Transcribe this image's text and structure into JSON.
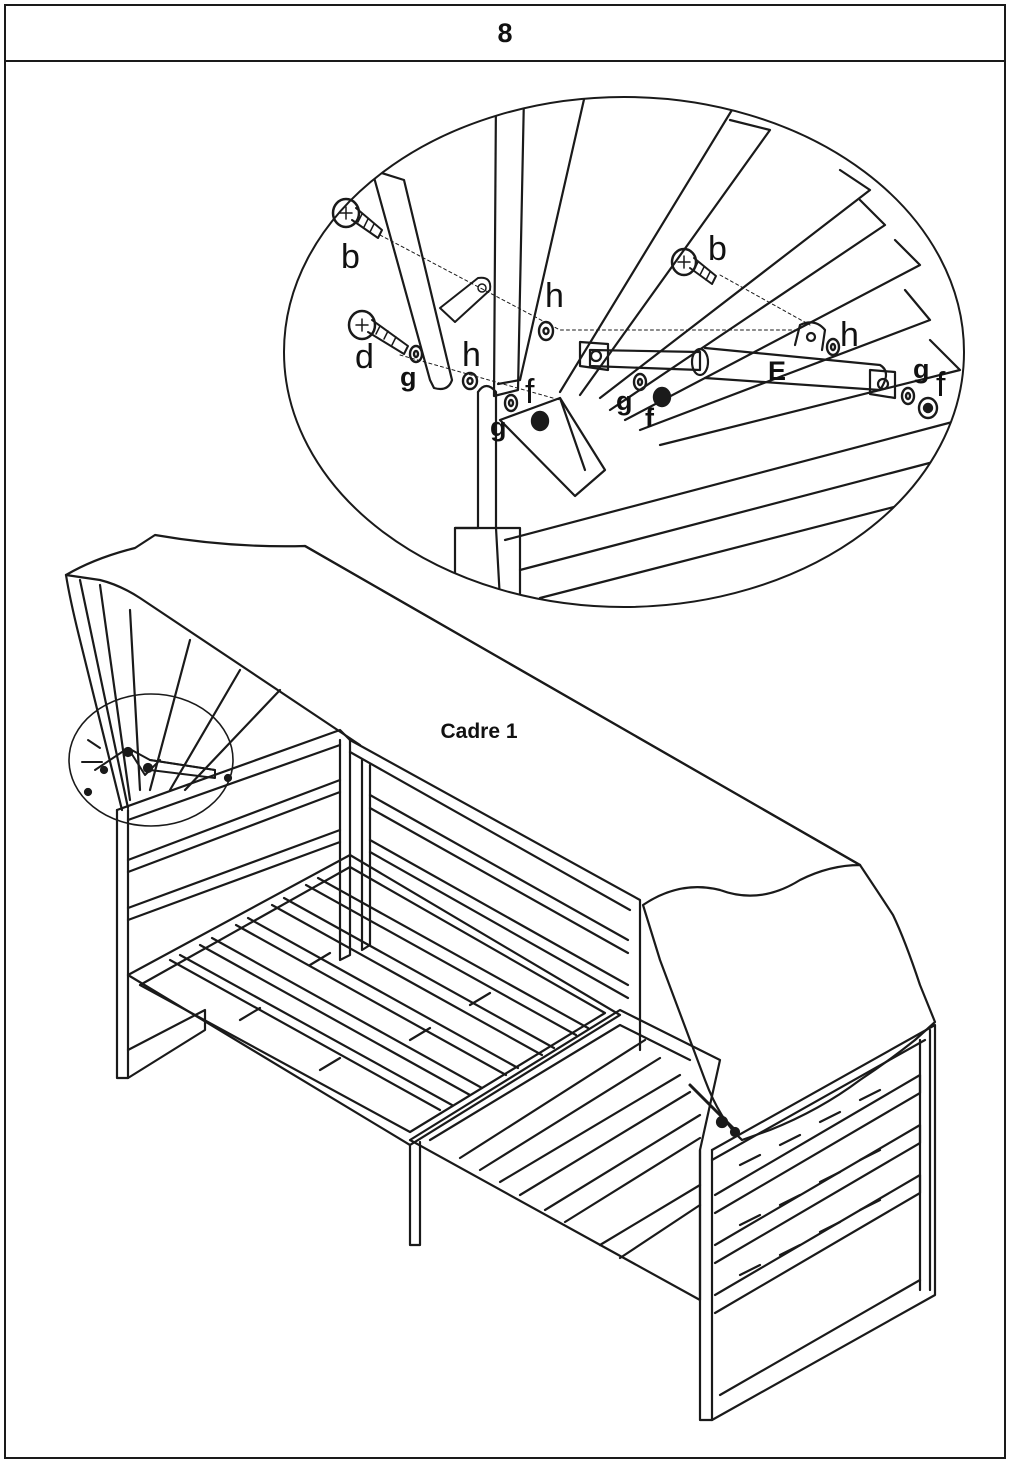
{
  "step": {
    "number": "8"
  },
  "frame": {
    "label": "Cadre 1"
  },
  "parts": {
    "b": "b",
    "d": "d",
    "E": "E",
    "f": "f",
    "g": "g",
    "h": "h"
  }
}
